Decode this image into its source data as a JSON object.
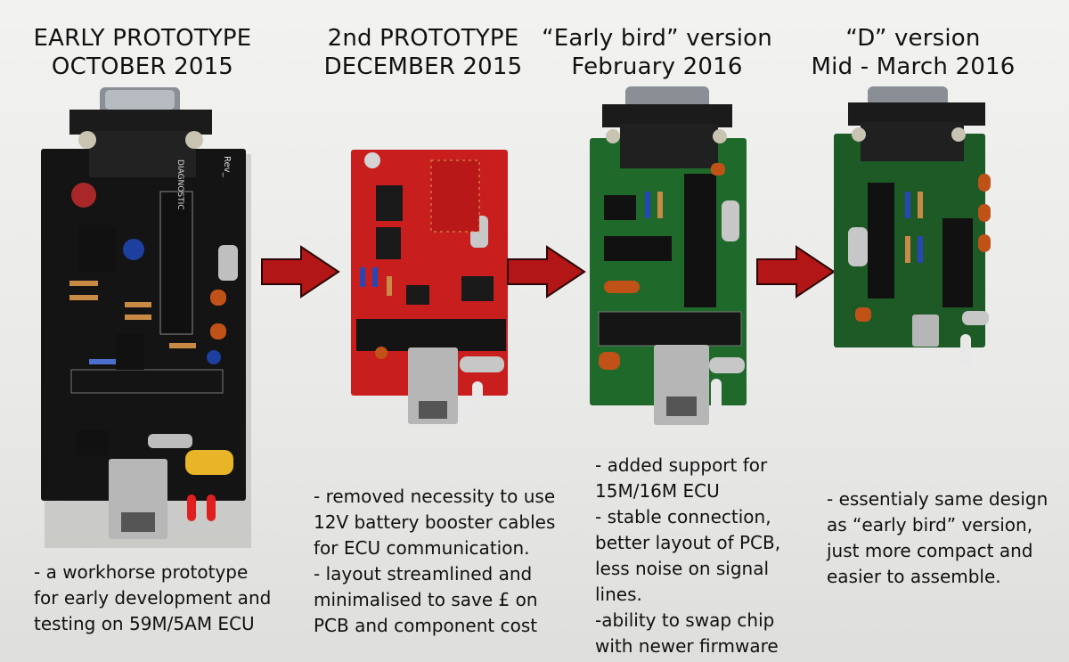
{
  "columns": [
    {
      "title": [
        "EARLY PROTOTYPE",
        "OCTOBER 2015"
      ],
      "description": [
        "- a workhorse prototype",
        "for early development and",
        "testing on 59M/5AM ECU"
      ],
      "board_color": "#141414"
    },
    {
      "title": [
        "2nd PROTOTYPE",
        "DECEMBER 2015"
      ],
      "description": [
        "- removed necessity to use",
        "12V battery booster cables",
        "for ECU communication.",
        "- layout streamlined and",
        "minimalised to save £ on",
        "PCB and component cost"
      ],
      "board_color": "#c81e1e"
    },
    {
      "title": [
        "“Early bird” version",
        "February 2016"
      ],
      "description": [
        "- added support for",
        "15M/16M ECU",
        "- stable connection,",
        "better layout of PCB,",
        "less noise on signal",
        "lines.",
        "-ability to swap chip",
        "with newer firmware"
      ],
      "board_color": "#1f6a2a"
    },
    {
      "title": [
        "“D” version",
        "Mid - March 2016"
      ],
      "description": [
        "- essentialy same design",
        "as “early bird” version,",
        "just more compact and",
        "easier to assemble."
      ],
      "board_color": "#1d5a25"
    }
  ],
  "arrow_color": "#b31616",
  "board_labels": {
    "board1_silk": "Rev_",
    "board1_text": "DIAGNOSTIC"
  }
}
